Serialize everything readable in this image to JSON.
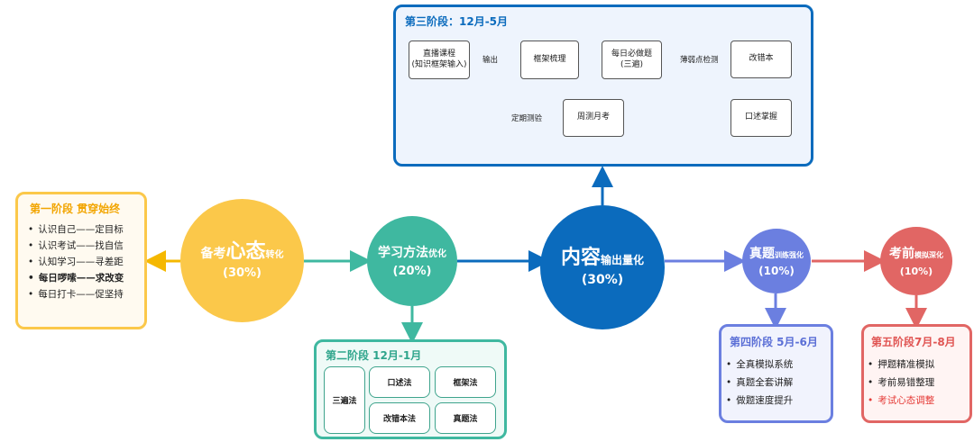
{
  "phase3": {
    "title": "第三阶段：12月-5月",
    "boxes": {
      "live_line1": "直播课程",
      "live_line2": "(知识框架输入)",
      "framework": "框架梳理",
      "daily_line1": "每日必做题",
      "daily_line2": "(三遍)",
      "fix": "改错本",
      "test": "周测月考",
      "oral": "口述掌握"
    },
    "labels": {
      "output": "输出",
      "weak": "薄弱点检测",
      "regular": "定期测验"
    }
  },
  "phase1": {
    "title": "第一阶段 贯穿始终",
    "items": [
      "认识自己——定目标",
      "认识考试——找自信",
      "认知学习——寻差距",
      "每日啰嗦——求改变",
      "每日打卡——促坚持"
    ]
  },
  "phase2": {
    "title": "第二阶段 12月-1月",
    "three": "三遍法",
    "cells": [
      "口述法",
      "框架法",
      "改错本法",
      "真题法"
    ]
  },
  "phase4": {
    "title": "第四阶段 5月-6月",
    "items": [
      "全真模拟系统",
      "真题全套讲解",
      "做题速度提升"
    ]
  },
  "phase5": {
    "title": "第五阶段7月-8月",
    "items": [
      "押题精准模拟",
      "考前易错整理",
      "考试心态调整"
    ]
  },
  "circles": {
    "c1": {
      "pre": "备考",
      "big": "心态",
      "post": "转化",
      "pct": "(30%)"
    },
    "c2": {
      "pre": "学习",
      "big": "方法",
      "post": "优化",
      "pct": "(20%)"
    },
    "c3": {
      "big": "内容",
      "post": "输出量化",
      "pct": "(30%)"
    },
    "c4": {
      "big": "真题",
      "post": "训练强化",
      "pct": "(10%)"
    },
    "c5": {
      "big": "考前",
      "post": "模拟深化",
      "pct": "(10%)"
    }
  },
  "colors": {
    "yellow": "#fbc84a",
    "teal": "#3fb8a0",
    "blue": "#0b6bbd",
    "purple": "#6b7fe0",
    "red": "#e16664",
    "highlight_red": "#e53935"
  }
}
